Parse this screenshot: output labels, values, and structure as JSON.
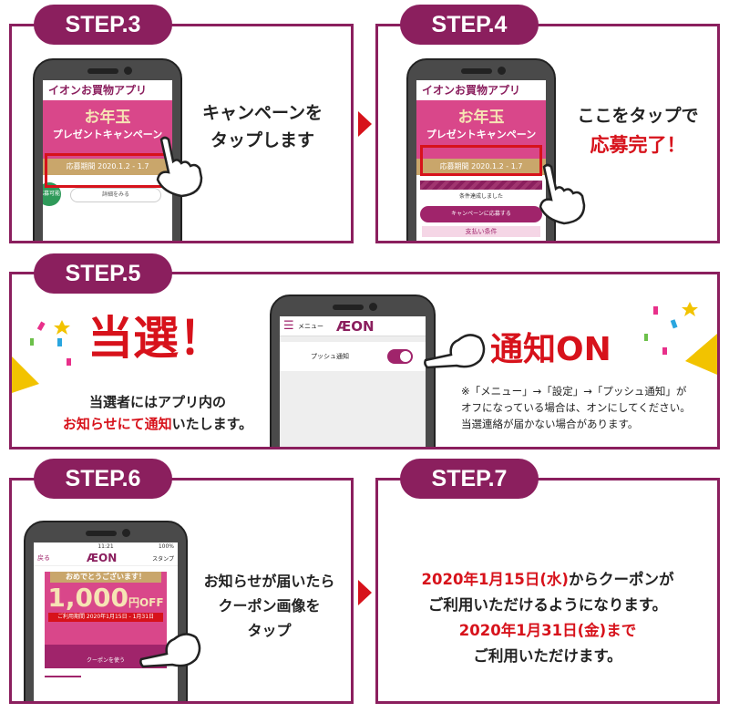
{
  "colors": {
    "brand": "#8b1f5e",
    "accent_red": "#d7121b",
    "toggle_on": "#a0246b"
  },
  "step3": {
    "label": "STEP.3",
    "app_title": "イオンお買物アプリ",
    "banner_title": "お年玉",
    "banner_sub": "プレゼントキャンペーン",
    "period": "応募期間 2020.1.2 - 1.7",
    "badge": "応募可能",
    "button": "詳細をみる",
    "instruction": [
      "キャンペーンを",
      "タップします"
    ]
  },
  "step4": {
    "label": "STEP.4",
    "app_title": "イオンお買物アプリ",
    "banner_title": "お年玉",
    "banner_sub": "プレゼントキャンペーン",
    "period": "応募期間 2020.1.2 - 1.7",
    "status": "条件達成しました",
    "apply_button": "キャンペーンに応募する",
    "conditions": "支払い条件",
    "instruction_line1": "ここをタップで",
    "instruction_line2": "応募完了！"
  },
  "step5": {
    "label": "STEP.5",
    "headline": "当選！",
    "desc_line1": "当選者にはアプリ内の",
    "desc_red": "お知らせにて通知",
    "desc_rest": "いたします。",
    "menu_label": "メニュー",
    "logo": "ÆON",
    "push_label": "プッシュ通知",
    "push_enabled": true,
    "notify_title": "通知ON",
    "note": [
      "※「メニュー」→「設定」→「プッシュ通知」が",
      "オフになっている場合は、オンにしてください。",
      "当選連絡が届かない場合があります。"
    ]
  },
  "step6": {
    "label": "STEP.6",
    "status_time": "11:21",
    "battery": "100%",
    "back": "戻る",
    "logo": "ÆON",
    "stamp": "スタンプ",
    "coupon_title": "おめでとうございます！",
    "coupon_amount": "1,000",
    "coupon_unit": "円OFF",
    "coupon_period": "ご利用期間 2020年1月15日 - 1月31日",
    "use_button": "クーポンを使う",
    "instruction": [
      "お知らせが届いたら",
      "クーポン画像を",
      "タップ"
    ]
  },
  "step7": {
    "label": "STEP.7",
    "line1_red": "2020年1月15日(水)",
    "line1_rest": "からクーポンが",
    "line2": "ご利用いただけるようになります。",
    "line3_red": "2020年1月31日(金)まで",
    "line4": "ご利用いただけます。"
  }
}
